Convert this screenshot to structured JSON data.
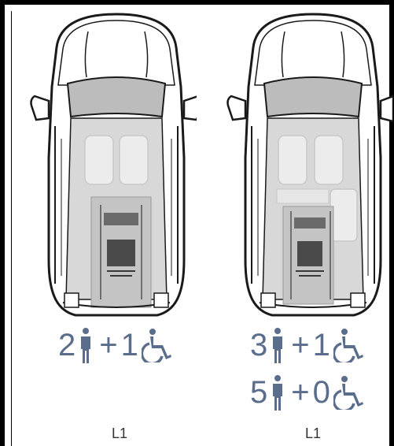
{
  "configurations": [
    {
      "capacity_rows": [
        {
          "standing": "2",
          "plus": "+",
          "wheelchair": "1"
        }
      ],
      "label": "L1"
    },
    {
      "capacity_rows": [
        {
          "standing": "3",
          "plus": "+",
          "wheelchair": "1"
        },
        {
          "standing": "5",
          "plus": "+",
          "wheelchair": "0"
        }
      ],
      "label": "L1"
    }
  ],
  "icons": {
    "person": "person-icon",
    "wheelchair": "wheelchair-icon",
    "vehicle": "car-top-view"
  },
  "colors": {
    "text": "#5b6d8c",
    "body_fill": "#d4d4d4",
    "outline": "#1a1a1a",
    "frame": "#000000"
  }
}
